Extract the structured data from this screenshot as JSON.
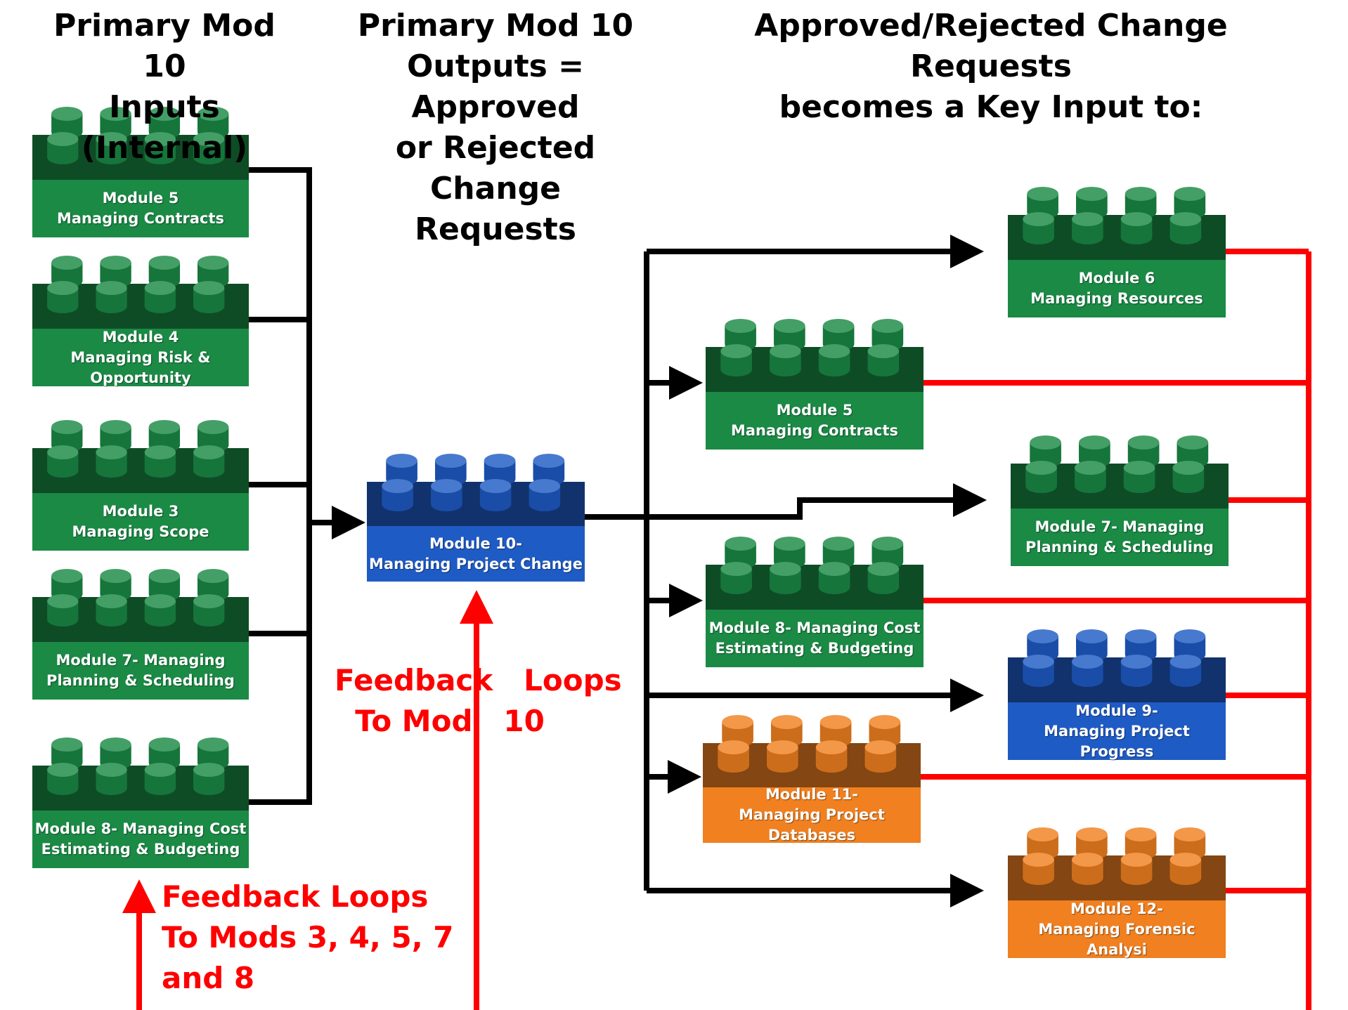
{
  "headings": {
    "inputs": [
      "Primary Mod 10",
      "Inputs (Internal)"
    ],
    "outputs": [
      "Primary Mod 10",
      "Outputs = Approved",
      "or Rejected Change",
      "Requests"
    ],
    "key_input": [
      "Approved/Rejected Change Requests",
      "becomes a Key Input to:"
    ]
  },
  "colors": {
    "green": "#1a8a45",
    "blue": "#1f5bc4",
    "orange": "#f08020",
    "arrow": "#000000",
    "feedback": "#ff0000"
  },
  "input_modules": [
    {
      "id": "in-mod5",
      "color": "green",
      "lines": [
        "Module 5",
        "Managing Contracts"
      ]
    },
    {
      "id": "in-mod4",
      "color": "green",
      "lines": [
        "Module 4",
        "Managing Risk &",
        "Opportunity"
      ]
    },
    {
      "id": "in-mod3",
      "color": "green",
      "lines": [
        "Module 3",
        "Managing Scope"
      ]
    },
    {
      "id": "in-mod7",
      "color": "green",
      "lines": [
        "Module 7- Managing",
        "Planning & Scheduling"
      ]
    },
    {
      "id": "in-mod8",
      "color": "green",
      "lines": [
        "Module 8- Managing Cost",
        "Estimating & Budgeting"
      ]
    }
  ],
  "center_module": {
    "id": "center-mod10",
    "color": "blue",
    "lines": [
      "Module 10-",
      "Managing Project Change"
    ]
  },
  "output_modules": [
    {
      "id": "out-mod6",
      "color": "green",
      "lines": [
        "Module 6",
        "Managing Resources"
      ]
    },
    {
      "id": "out-mod5",
      "color": "green",
      "lines": [
        "Module 5",
        "Managing Contracts"
      ]
    },
    {
      "id": "out-mod7",
      "color": "green",
      "lines": [
        "Module 7- Managing",
        "Planning & Scheduling"
      ]
    },
    {
      "id": "out-mod8",
      "color": "green",
      "lines": [
        "Module 8- Managing Cost",
        "Estimating & Budgeting"
      ]
    },
    {
      "id": "out-mod9",
      "color": "blue",
      "lines": [
        "Module 9-",
        "Managing Project",
        "Progress"
      ]
    },
    {
      "id": "out-mod11",
      "color": "orange",
      "lines": [
        "Module 11-",
        "Managing Project",
        "Databases"
      ]
    },
    {
      "id": "out-mod12",
      "color": "orange",
      "lines": [
        "Module 12-",
        "Managing Forensic Analysi"
      ]
    }
  ],
  "feedback_labels": {
    "mod10": [
      "Feedback   Loops",
      "  To Mod   10"
    ],
    "mods": [
      "Feedback Loops",
      "To Mods 3, 4, 5, 7",
      "and 8"
    ]
  }
}
